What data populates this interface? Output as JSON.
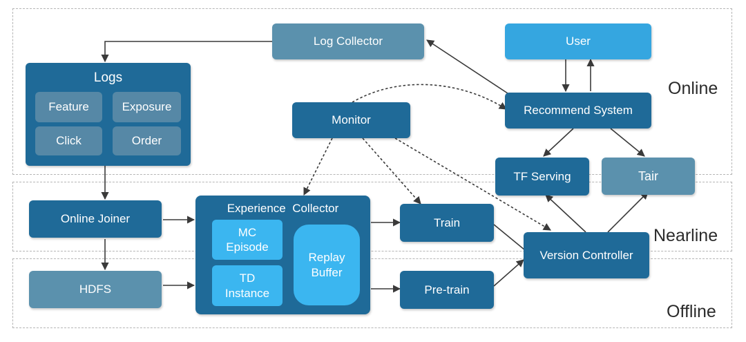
{
  "zones": {
    "online": "Online",
    "nearline": "Nearline",
    "offline": "Offline"
  },
  "nodes": {
    "log_collector": "Log Collector",
    "user": "User",
    "logs": {
      "title": "Logs",
      "feature": "Feature",
      "exposure": "Exposure",
      "click": "Click",
      "order": "Order"
    },
    "monitor": "Monitor",
    "recommend_system": "Recommend System",
    "tf_serving": "TF Serving",
    "tair": "Tair",
    "online_joiner": "Online Joiner",
    "experience_collector": {
      "title": "Experience  Collector",
      "mc_episode": "MC Episode",
      "td_instance": "TD Instance",
      "replay_buffer": "Replay Buffer"
    },
    "train": "Train",
    "pre_train": "Pre-train",
    "version_controller": "Version Controller",
    "hdfs": "HDFS"
  },
  "colors": {
    "dark_box": "#1f6a98",
    "mid_box": "#5b91ad",
    "light_box": "#35a6e0",
    "sub_cell": "#5688a6",
    "sky_cell": "#3bb6f0",
    "arrow": "#3a3a3a",
    "zone_border": "#b4b4b4"
  }
}
